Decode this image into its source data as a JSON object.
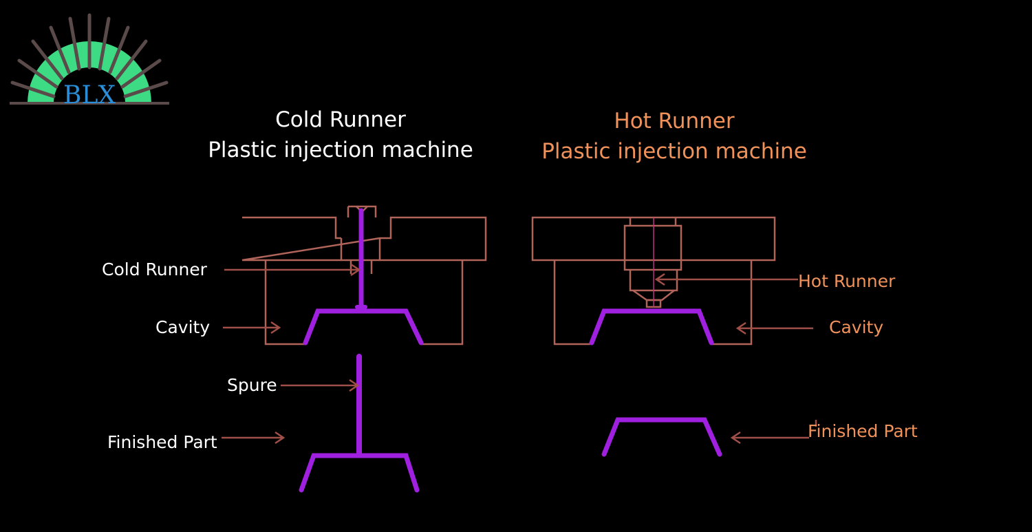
{
  "logo": {
    "text": "BLX",
    "arc_color": "#3ddc84",
    "ray_color": "#5a4a4a",
    "text_color": "#2a8fd8"
  },
  "cold": {
    "title_line1": "Cold Runner",
    "title_line2": "Plastic injection machine",
    "labels": {
      "cold_runner": "Cold Runner",
      "cavity": "Cavity",
      "spure": "Spure",
      "finished_part": "Finished Part"
    }
  },
  "hot": {
    "title_line1": "Hot Runner",
    "title_line2": "Plastic injection machine",
    "labels": {
      "hot_runner": "Hot Runner",
      "cavity": "Cavity",
      "finished_part": "Finished Part"
    }
  },
  "colors": {
    "background": "#000000",
    "mold_outline": "#b0645a",
    "plastic": "#a020e0",
    "orange_text": "#f0925a",
    "arrow": "#a05048"
  }
}
